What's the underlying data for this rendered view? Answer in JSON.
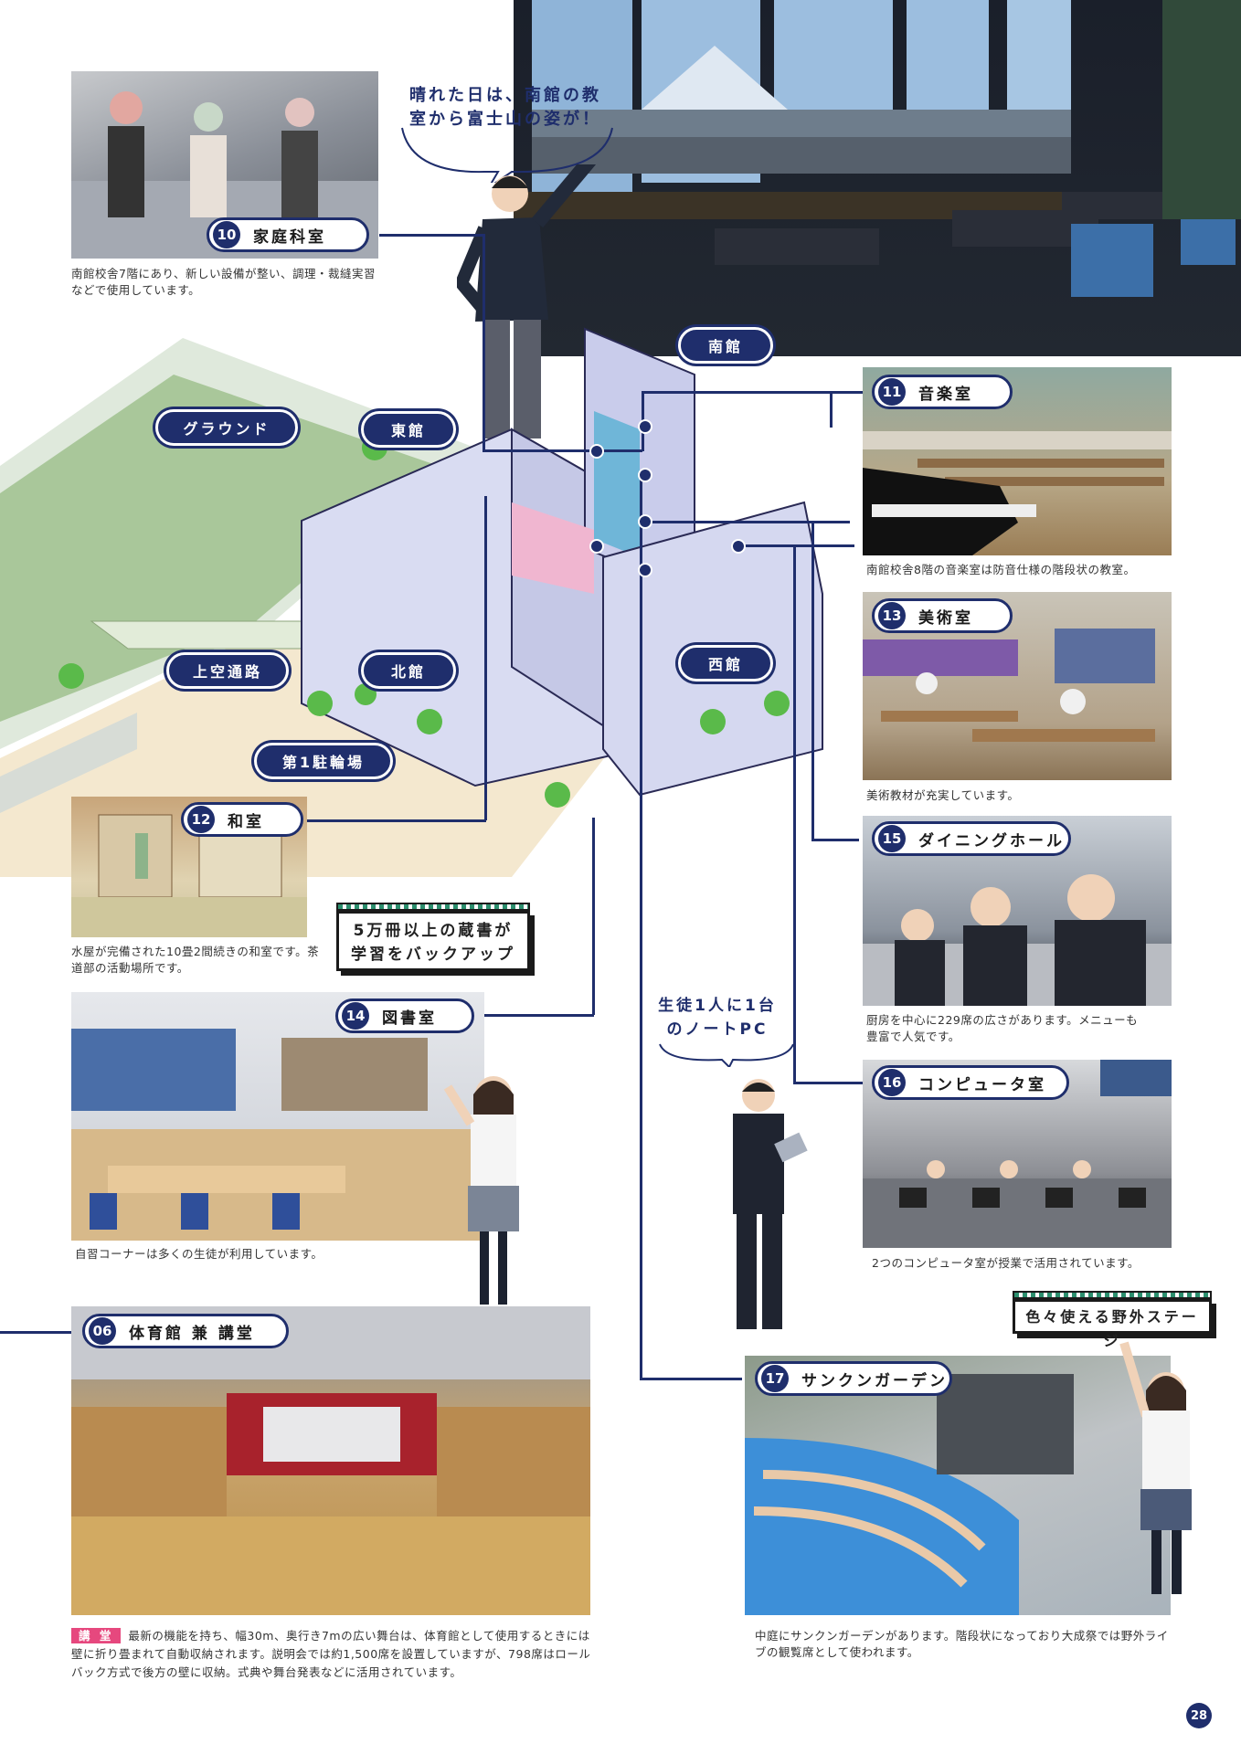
{
  "page_number": "28",
  "speech_bubble": "晴れた日は、南館の教室から富士山の姿が！",
  "buildings": {
    "ground": "グラウンド",
    "east": "東館",
    "south": "南館",
    "bridge": "上空通路",
    "north": "北館",
    "west": "西館",
    "bike": "第1駐輪場"
  },
  "rooms": {
    "r10": {
      "num": "10",
      "name": "家庭科室",
      "caption": "南館校舎7階にあり、新しい設備が整い、調理・裁縫実習などで使用しています。"
    },
    "r11": {
      "num": "11",
      "name": "音楽室",
      "caption": "南館校舎8階の音楽室は防音仕様の階段状の教室。"
    },
    "r12": {
      "num": "12",
      "name": "和室",
      "caption": "水屋が完備された10畳2間続きの和室です。茶道部の活動場所です。"
    },
    "r13": {
      "num": "13",
      "name": "美術室",
      "caption": "美術教材が充実しています。"
    },
    "r14": {
      "num": "14",
      "name": "図書室",
      "caption": "自習コーナーは多くの生徒が利用しています。"
    },
    "r15": {
      "num": "15",
      "name": "ダイニングホール",
      "caption": "厨房を中心に229席の広さがあります。メニューも豊富で人気です。"
    },
    "r16": {
      "num": "16",
      "name": "コンピュータ室",
      "caption": "2つのコンピュータ室が授業で活用されています。"
    },
    "r06": {
      "num": "06",
      "name": "体育館 兼 講堂",
      "tag": "講 堂",
      "caption": "最新の機能を持ち、幅30m、奥行き7mの広い舞台は、体育館として使用するときには壁に折り畳まれて自動収納されます。説明会では約1,500席を設置していますが、798席はロールバック方式で後方の壁に収納。式典や舞台発表などに活用されています。"
    },
    "r17": {
      "num": "17",
      "name": "サンクンガーデン",
      "caption": "中庭にサンクンガーデンがあります。階段状になっており大成祭では野外ライブの観覧席として使われます。"
    }
  },
  "callouts": {
    "library": "5万冊以上の蔵書が学習をバックアップ",
    "pc": "生徒1人に1台のノートPC",
    "stage": "色々使える野外ステージ"
  },
  "colors": {
    "navy": "#1f2e6c",
    "pink": "#e6487e",
    "green": "#2c8f6e"
  }
}
